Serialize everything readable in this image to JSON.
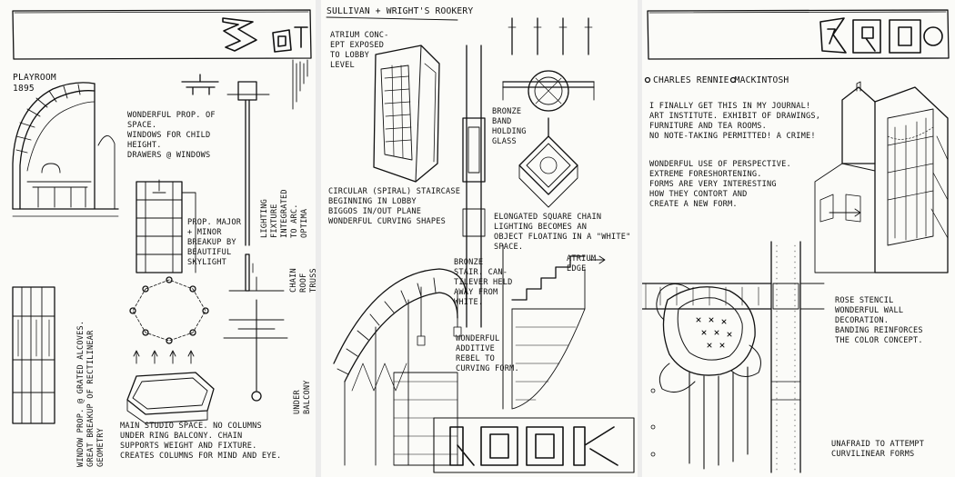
{
  "page1": {
    "playroom_label": "PLAYROOM\n1895",
    "note_child_height": "WONDERFUL PROP. OF\nSPACE.\nWINDOWS FOR CHILD\nHEIGHT.\nDRAWERS @ WINDOWS",
    "note_lighting_fixture": "LIGHTING FIXTURE INTEGRATED TO ARC. OPTIMA",
    "note_skylight": "PROP. MAJOR\n+ MINOR\nBREAKUP BY\nBEAUTIFUL\nSKYLIGHT",
    "note_chain_ring": "CHAIN ROOF TRUSS\nRING",
    "note_under_balcony": "UNDER\nBALCONY",
    "note_grated_alcoves": "WINDOW PROP. @ GRATED ALCOVES.\nGREAT BREAKUP OF RECTILINEAR\nGEOMETRY",
    "note_main_studio": "MAIN STUDIO SPACE. NO COLUMNS\nUNDER RING BALCONY. CHAIN\nSUPPORTS WEIGHT AND FIXTURE.\nCREATES COLUMNS FOR MIND AND EYE."
  },
  "page2": {
    "header": "SULLIVAN + WRIGHT'S ROOKERY",
    "note_atrium": "ATRIUM CONC-\nEPT EXPOSED\nTO LOBBY\nLEVEL",
    "note_bronze_band": "BRONZE\nBAND\nHOLDING\nGLASS",
    "note_staircase": "CIRCULAR (SPIRAL) STAIRCASE\nBEGINNING IN LOBBY\nBIGGOS IN/OUT PLANE\nWONDERFUL CURVING SHAPES",
    "note_elongated": "ELONGATED SQUARE CHAIN\nLIGHTING BECOMES AN\nOBJECT FLOATING IN A \"WHITE\"\nSPACE.",
    "note_bronze_stair": "BRONZE\nSTAIR. CAN-\nTILEVER HELD\nAWAY FROM\nWHITE.",
    "note_atrium_edge": "ATRIUM\nEDGE",
    "note_additive": "WONDERFUL\nADDITIVE\nREBEL TO\nCURVING FORM."
  },
  "page3": {
    "header": "CHARLES RENNIE MACKINTOSH",
    "note_journal": "I FINALLY GET THIS IN MY JOURNAL!\nART INSTITUTE. EXHIBIT OF DRAWINGS,\nFURNITURE AND TEA ROOMS.\nNO NOTE-TAKING PERMITTED! A CRIME!",
    "note_perspective": "WONDERFUL USE OF PERSPECTIVE.\nEXTREME FORESHORTENING.\nFORMS ARE VERY INTERESTING\nHOW THEY CONTORT AND\nCREATE A NEW FORM.",
    "note_rose_stencil": "ROSE STENCIL\nWONDERFUL WALL\nDECORATION.\nBANDING REINFORCES\nTHE COLOR CONCEPT.",
    "note_unafraid": "UNAFRAID TO ATTEMPT\nCURVILINEAR FORMS"
  }
}
